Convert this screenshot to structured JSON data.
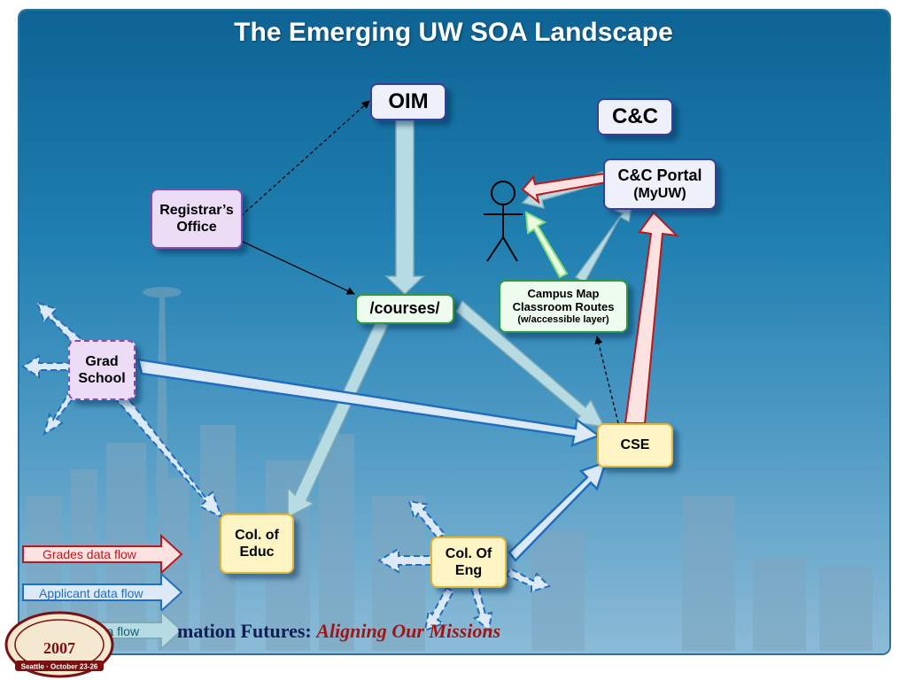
{
  "title": "The Emerging UW SOA Landscape",
  "nodes": {
    "oim": "OIM",
    "cnc": "C&C",
    "portal_line1": "C&C Portal",
    "portal_line2": "(MyUW)",
    "registrar_line1": "Registrar’s",
    "registrar_line2": "Office",
    "courses": "/courses/",
    "campusmap_line1": "Campus Map",
    "campusmap_line2": "Classroom Routes",
    "campusmap_line3": "(w/accessible layer)",
    "grad_line1": "Grad",
    "grad_line2": "School",
    "cse": "CSE",
    "educ_line1": "Col. of",
    "educ_line2": "Educ",
    "eng_line1": "Col. Of",
    "eng_line2": "Eng"
  },
  "legend": {
    "grades": "Grades  data flow",
    "applicant": "Applicant data flow",
    "course": "Course data flow"
  },
  "colors": {
    "grades_flow": "#c0161c",
    "applicant_flow": "#1f6fc0",
    "course_flow": "#9ac8d6"
  },
  "footer": {
    "prefix": "mation Futures: ",
    "emphasis": "Aligning Our Missions"
  },
  "logo": {
    "year": "2007",
    "place": "Seattle · October 23-26"
  }
}
